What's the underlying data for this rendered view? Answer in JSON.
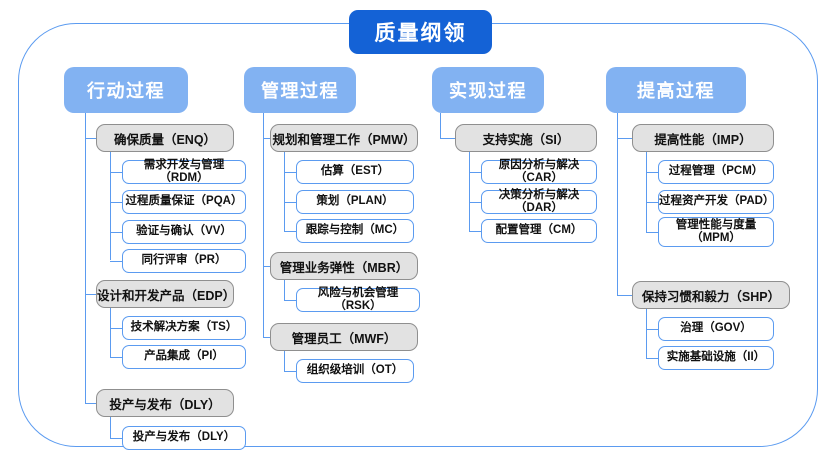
{
  "diagram": {
    "type": "hierarchy-tree",
    "root": {
      "label": "质量纲领"
    },
    "accent_colors": {
      "root_fill": "#1462d6",
      "column_header_fill": "#82b2f2",
      "group_fill": "#e2e2e2",
      "group_border": "#8f8f8f",
      "leaf_border": "#5b9bf0",
      "connector": "#5b9bf0",
      "frame_border": "#5b9bf0",
      "text": "#111111",
      "header_text": "#ffffff"
    },
    "columns": [
      {
        "header": "行动过程",
        "groups": [
          {
            "label": "确保质量（ENQ）",
            "children": [
              "需求开发与管理（RDM）",
              "过程质量保证（PQA）",
              "验证与确认（VV）",
              "同行评审（PR）"
            ]
          },
          {
            "label": "设计和开发产品（EDP）",
            "children": [
              "技术解决方案（TS）",
              "产品集成（PI）"
            ]
          },
          {
            "label": "投产与发布（DLY）",
            "children": [
              "投产与发布（DLY）"
            ]
          }
        ]
      },
      {
        "header": "管理过程",
        "groups": [
          {
            "label": "规划和管理工作（PMW）",
            "children": [
              "估算（EST）",
              "策划（PLAN）",
              "跟踪与控制（MC）"
            ]
          },
          {
            "label": "管理业务弹性（MBR）",
            "children": [
              "风险与机会管理（RSK）"
            ]
          },
          {
            "label": "管理员工（MWF）",
            "children": [
              "组织级培训（OT）"
            ]
          }
        ]
      },
      {
        "header": "实现过程",
        "groups": [
          {
            "label": "支持实施（SI）",
            "children": [
              "原因分析与解决（CAR）",
              "决策分析与解决（DAR）",
              "配置管理（CM）"
            ]
          }
        ]
      },
      {
        "header": "提高过程",
        "groups": [
          {
            "label": "提高性能（IMP）",
            "children": [
              "过程管理（PCM）",
              "过程资产开发（PAD）",
              "管理性能与度量\n（MPM）"
            ]
          },
          {
            "label": "保持习惯和毅力（SHP）",
            "children": [
              "治理（GOV）",
              "实施基础设施（II）"
            ]
          }
        ]
      }
    ]
  }
}
